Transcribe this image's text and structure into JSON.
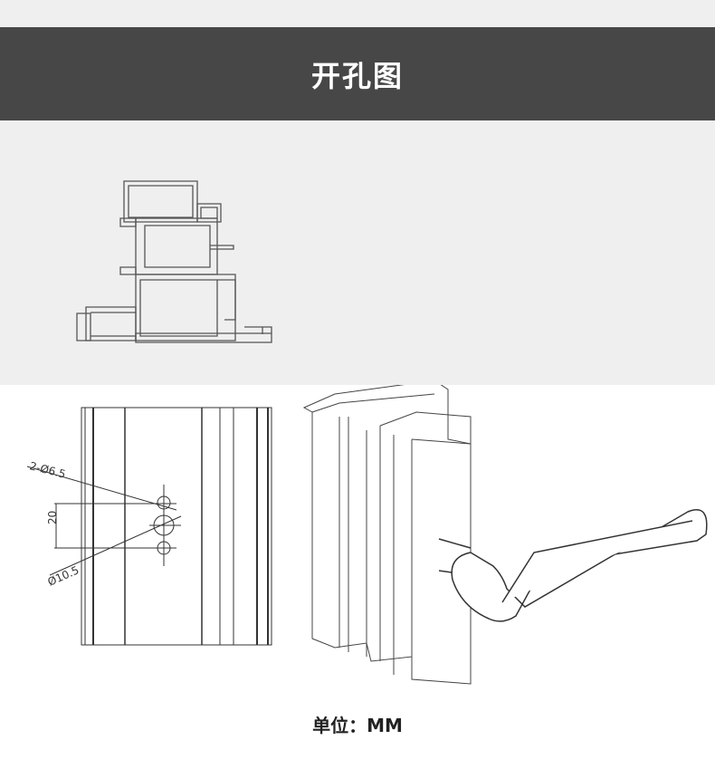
{
  "title": "开孔图",
  "dimensions": {
    "small_holes": "2-Ø6.5",
    "spacing": "20",
    "center_hole": "Ø10.5"
  },
  "unit_label": "单位：MM"
}
